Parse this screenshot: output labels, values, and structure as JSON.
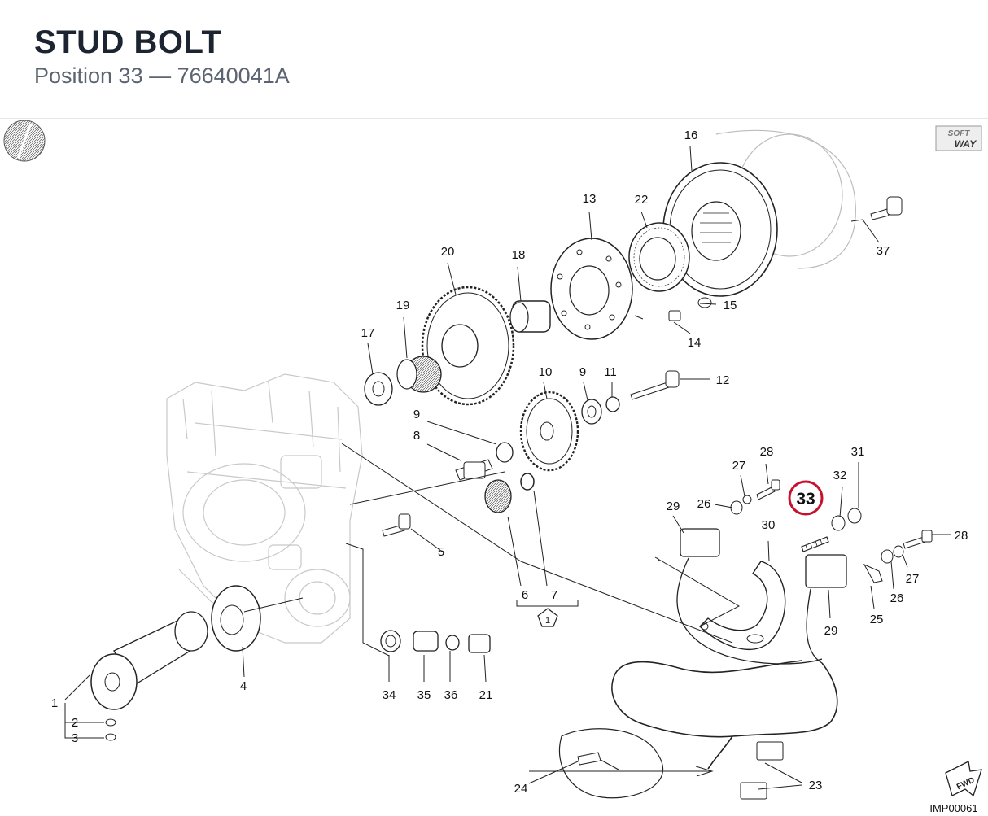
{
  "header": {
    "title": "STUD BOLT",
    "subtitle": "Position 33 — 76640041A"
  },
  "diagram": {
    "highlighted_position": "33",
    "highlight_color": "#c8102e",
    "drawing_code": "IMP00061",
    "brand_badge": {
      "line1": "SOFT",
      "line2": "WAY"
    },
    "fwd_label": "FWD",
    "assembly_marker": "1",
    "callouts": {
      "p1": "1",
      "p2": "2",
      "p3": "3",
      "p4": "4",
      "p5": "5",
      "p6": "6",
      "p7": "7",
      "p8": "8",
      "p9a": "9",
      "p9b": "9",
      "p10": "10",
      "p11": "11",
      "p12": "12",
      "p13": "13",
      "p14": "14",
      "p15": "15",
      "p16": "16",
      "p17": "17",
      "p18": "18",
      "p19": "19",
      "p20": "20",
      "p21": "21",
      "p22": "22",
      "p23": "23",
      "p24": "24",
      "p25": "25",
      "p26a": "26",
      "p26b": "26",
      "p27a": "27",
      "p27b": "27",
      "p28a": "28",
      "p28b": "28",
      "p29a": "29",
      "p29b": "29",
      "p30": "30",
      "p31": "31",
      "p32": "32",
      "p33": "33",
      "p34": "34",
      "p35": "35",
      "p36": "36",
      "p37": "37"
    }
  }
}
